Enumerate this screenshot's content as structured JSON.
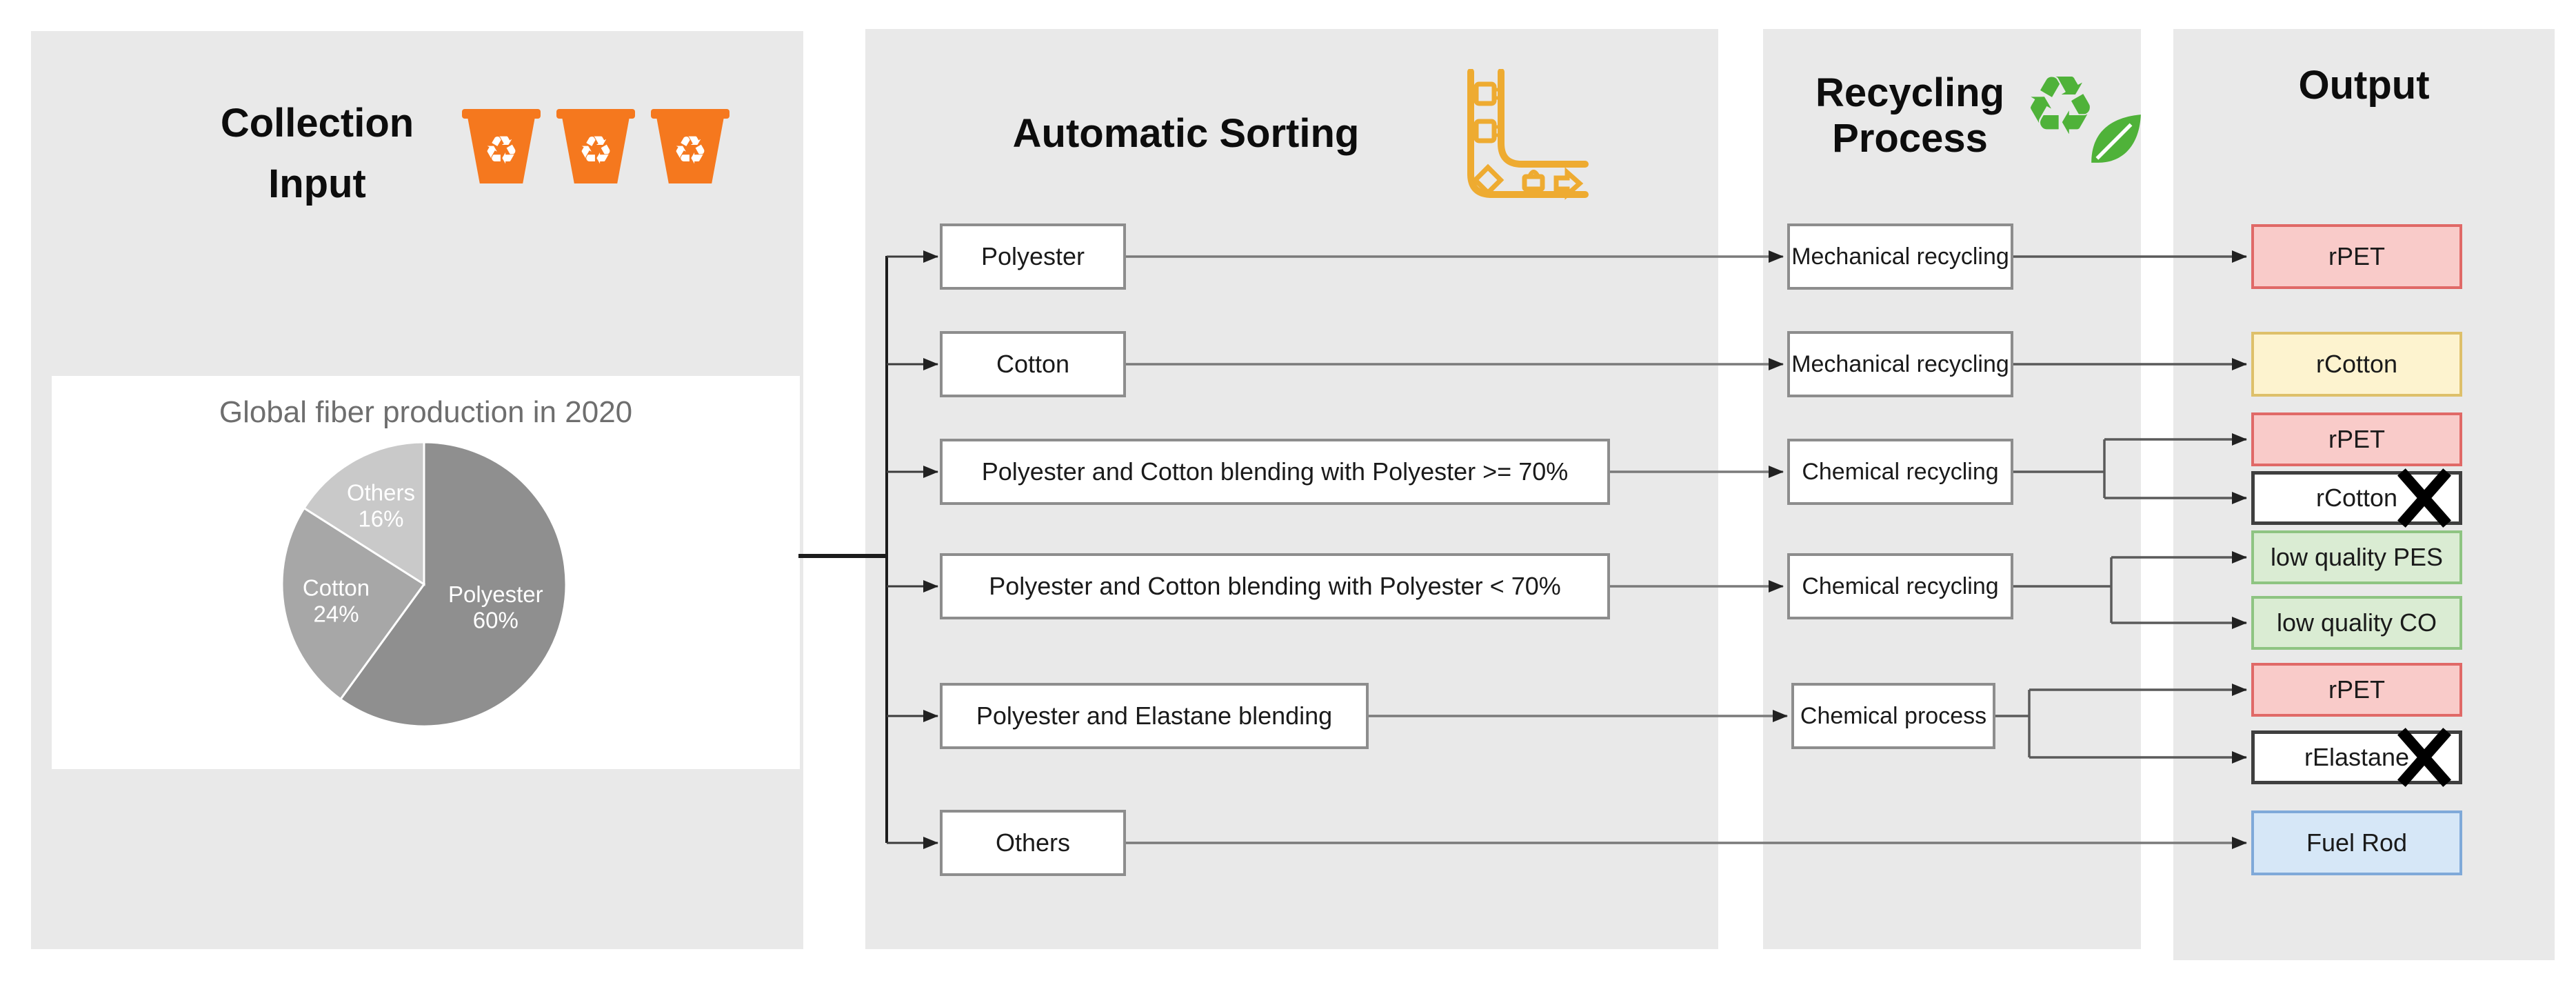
{
  "panels": {
    "collection": {
      "title_line1": "Collection",
      "title_line2": "Input"
    },
    "sorting": {
      "title": "Automatic Sorting"
    },
    "recycling": {
      "title_line1": "Recycling",
      "title_line2": "Process"
    },
    "output": {
      "title": "Output"
    }
  },
  "chart_data": {
    "type": "pie",
    "title": "Global fiber production in 2020",
    "labels": [
      "Polyester",
      "Cotton",
      "Others"
    ],
    "values": [
      60,
      24,
      16
    ],
    "colors": [
      "#8f8f8f",
      "#a7a7a7",
      "#c9c9c9"
    ],
    "start_angle_deg": 0,
    "direction": "clockwise",
    "label_color": "#ffffff",
    "legend": "none"
  },
  "sorting_boxes": [
    "Polyester",
    "Cotton",
    "Polyester and Cotton blending with Polyester >= 70%",
    "Polyester and Cotton blending with Polyester < 70%",
    "Polyester and Elastane blending",
    "Others"
  ],
  "process_boxes": [
    "Mechanical recycling",
    "Mechanical recycling",
    "Chemical recycling",
    "Chemical recycling",
    "Chemical process"
  ],
  "output_boxes": [
    {
      "label": "rPET",
      "style": "red",
      "crossed": false
    },
    {
      "label": "rCotton",
      "style": "yellow",
      "crossed": false
    },
    {
      "label": "rPET",
      "style": "red",
      "crossed": false
    },
    {
      "label": "rCotton",
      "style": "crossed",
      "crossed": true
    },
    {
      "label": "low quality PES",
      "style": "green",
      "crossed": false
    },
    {
      "label": "low quality CO",
      "style": "green",
      "crossed": false
    },
    {
      "label": "rPET",
      "style": "red",
      "crossed": false
    },
    {
      "label": "rElastane",
      "style": "crossed",
      "crossed": true
    },
    {
      "label": "Fuel Rod",
      "style": "blue",
      "crossed": false
    }
  ],
  "icons": {
    "collection": "recycle-bin-icon",
    "collection_bin_count": 3,
    "sorting": "conveyor-belt-icon",
    "recycling": "recycle-leaf-icon",
    "crossed_output": "cross-out-icon",
    "bin_symbol": "♻",
    "recycle_symbol": "♻"
  },
  "colors": {
    "panel_gray": "#e9e9e9",
    "bin_orange": "#f5781e",
    "conveyor_yellow": "#eeab31",
    "recycle_green": "#4fb239",
    "node_border": "#8d8d8d",
    "text_dark": "#1a1a1a",
    "pie_title": "#6e6e6e",
    "red_bg": "#f9cbc9",
    "red_border": "#e06967",
    "yellow_bg": "#fdf3cf",
    "yellow_border": "#dec06a",
    "green_bg": "#daecd3",
    "green_border": "#8ec482",
    "blue_bg": "#d6e7f7",
    "blue_border": "#7fa9d9",
    "crossed_border": "#3f3f3f",
    "line_dark": "#1c1c1c",
    "line_gray": "#787878"
  }
}
